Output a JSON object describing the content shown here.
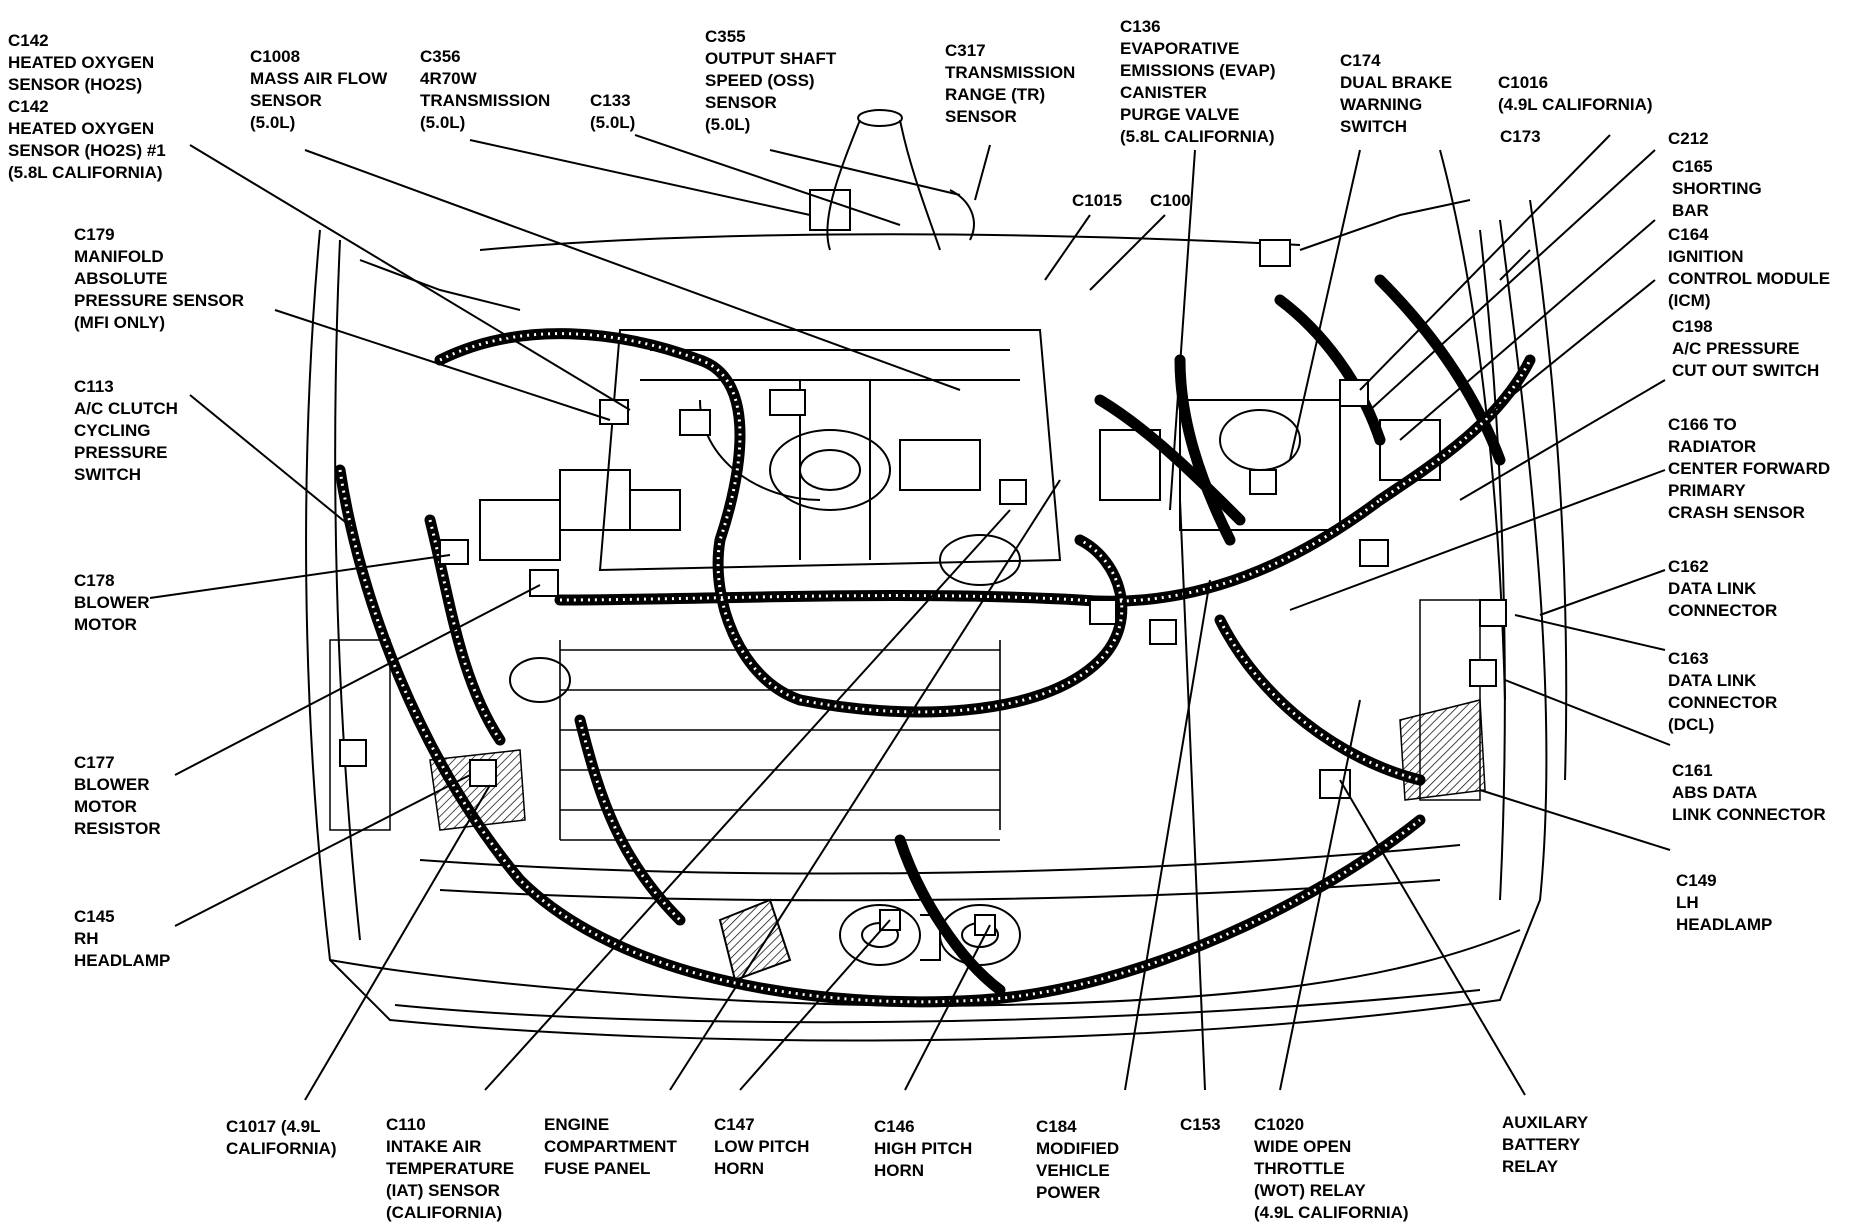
{
  "labels": {
    "c142": [
      "C142",
      "HEATED OXYGEN",
      "SENSOR (HO2S)",
      "C142",
      "HEATED OXYGEN",
      "SENSOR (HO2S) #1",
      "(5.8L CALIFORNIA)"
    ],
    "c1008": [
      "C1008",
      "MASS AIR FLOW",
      "SENSOR",
      "(5.0L)"
    ],
    "c356": [
      "C356",
      "4R70W",
      "TRANSMISSION",
      "(5.0L)"
    ],
    "c133": [
      "C133",
      "(5.0L)"
    ],
    "c355": [
      "C355",
      "OUTPUT SHAFT",
      "SPEED (OSS)",
      "SENSOR",
      "(5.0L)"
    ],
    "c317": [
      "C317",
      "TRANSMISSION",
      "RANGE (TR)",
      "SENSOR"
    ],
    "c136": [
      "C136",
      "EVAPORATIVE",
      "EMISSIONS (EVAP)",
      "CANISTER",
      "PURGE VALVE",
      "(5.8L CALIFORNIA)"
    ],
    "c174": [
      "C174",
      "DUAL BRAKE",
      "WARNING",
      "SWITCH"
    ],
    "c1016": [
      "C1016",
      "(4.9L CALIFORNIA)"
    ],
    "c173": [
      "C173"
    ],
    "c1015": [
      "C1015"
    ],
    "c100": [
      "C100"
    ],
    "c212": [
      "C212"
    ],
    "c165": [
      "C165",
      "SHORTING",
      "BAR"
    ],
    "c164": [
      "C164",
      "IGNITION",
      "CONTROL MODULE",
      "(ICM)"
    ],
    "c198": [
      "C198",
      "A/C PRESSURE",
      "CUT OUT SWITCH"
    ],
    "c166": [
      "C166 TO",
      "RADIATOR",
      "CENTER FORWARD",
      "PRIMARY",
      "CRASH SENSOR"
    ],
    "c162": [
      "C162",
      "DATA LINK",
      "CONNECTOR"
    ],
    "c163": [
      "C163",
      "DATA LINK",
      "CONNECTOR",
      "(DCL)"
    ],
    "c161": [
      "C161",
      "ABS DATA",
      "LINK CONNECTOR"
    ],
    "c149": [
      "C149",
      "LH",
      "HEADLAMP"
    ],
    "c179": [
      "C179",
      "MANIFOLD",
      "ABSOLUTE",
      "PRESSURE SENSOR",
      "(MFI ONLY)"
    ],
    "c113": [
      "C113",
      "A/C CLUTCH",
      "CYCLING",
      "PRESSURE",
      "SWITCH"
    ],
    "c178": [
      "C178",
      "BLOWER",
      "MOTOR"
    ],
    "c177": [
      "C177",
      "BLOWER",
      "MOTOR",
      "RESISTOR"
    ],
    "c145": [
      "C145",
      "RH",
      "HEADLAMP"
    ],
    "c1017": [
      "C1017 (4.9L",
      "CALIFORNIA)"
    ],
    "c110": [
      "C110",
      "INTAKE AIR",
      "TEMPERATURE",
      "(IAT) SENSOR",
      "(CALIFORNIA)"
    ],
    "fuse_panel": [
      "ENGINE",
      "COMPARTMENT",
      "FUSE PANEL"
    ],
    "c147": [
      "C147",
      "LOW PITCH",
      "HORN"
    ],
    "c146": [
      "C146",
      "HIGH PITCH",
      "HORN"
    ],
    "c184": [
      "C184",
      "MODIFIED",
      "VEHICLE",
      "POWER"
    ],
    "c153": [
      "C153"
    ],
    "c1020": [
      "C1020",
      "WIDE OPEN",
      "THROTTLE",
      "(WOT) RELAY",
      "(4.9L CALIFORNIA)"
    ],
    "aux_relay": [
      "AUXILARY",
      "BATTERY",
      "RELAY"
    ]
  }
}
